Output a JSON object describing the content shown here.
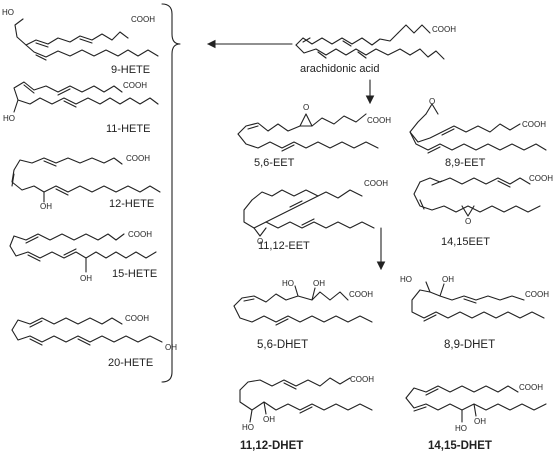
{
  "center": {
    "name": "arachidonic acid"
  },
  "hete": [
    {
      "label": "9-HETE"
    },
    {
      "label": "11-HETE"
    },
    {
      "label": "12-HETE"
    },
    {
      "label": "15-HETE"
    },
    {
      "label": "20-HETE"
    }
  ],
  "eet": [
    {
      "label": "5,6-EET"
    },
    {
      "label": "8,9-EET"
    },
    {
      "label": "11,12-EET"
    },
    {
      "label": "14,15EET"
    }
  ],
  "dhet": [
    {
      "label": "5,6-DHET"
    },
    {
      "label": "8,9-DHET"
    },
    {
      "label": "11,12-DHET"
    },
    {
      "label": "14,15-DHET"
    }
  ],
  "atoms": {
    "acid": "COOH",
    "hydroxyl": "OH",
    "hydroxyl_alt": "HO",
    "oxygen": "O"
  }
}
